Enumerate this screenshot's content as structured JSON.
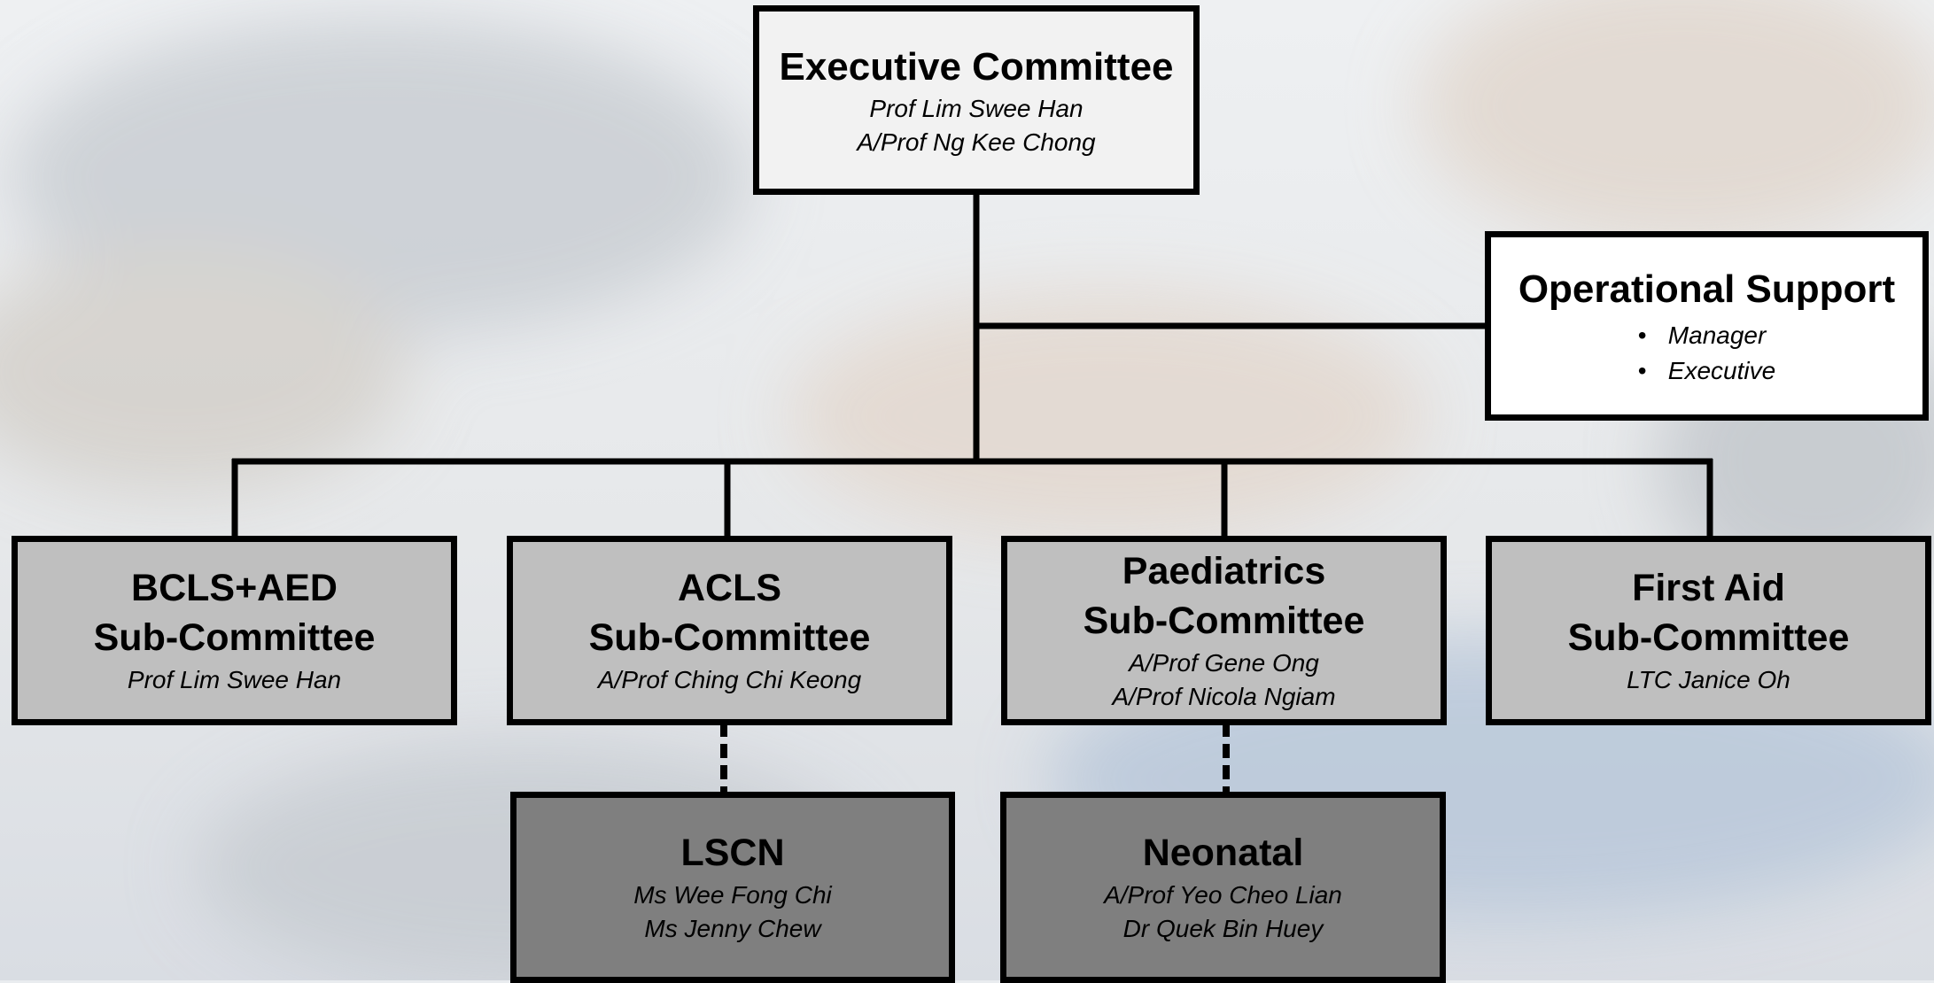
{
  "executive": {
    "title": "Executive Committee",
    "members": [
      "Prof Lim Swee Han",
      "A/Prof Ng Kee Chong"
    ]
  },
  "operational_support": {
    "title": "Operational Support",
    "items": [
      "Manager",
      "Executive"
    ]
  },
  "subcommittees": [
    {
      "title_line1": "BCLS+AED",
      "title_line2": "Sub-Committee",
      "members": [
        "Prof Lim Swee Han"
      ]
    },
    {
      "title_line1": "ACLS",
      "title_line2": "Sub-Committee",
      "members": [
        "A/Prof Ching Chi Keong"
      ]
    },
    {
      "title_line1": "Paediatrics",
      "title_line2": "Sub-Committee",
      "members": [
        "A/Prof Gene Ong",
        "A/Prof Nicola Ngiam"
      ]
    },
    {
      "title_line1": "First Aid",
      "title_line2": "Sub-Committee",
      "members": [
        "LTC Janice Oh"
      ]
    }
  ],
  "children": [
    {
      "title": "LSCN",
      "members": [
        "Ms Wee Fong Chi",
        "Ms Jenny Chew"
      ]
    },
    {
      "title": "Neonatal",
      "members": [
        "A/Prof Yeo Cheo Lian",
        "Dr Quek Bin Huey"
      ]
    }
  ],
  "colors": {
    "border": "#000000",
    "executive_fill": "#f2f2f2",
    "support_fill": "#ffffff",
    "subcommittee_fill": "#bfbfbf",
    "child_fill": "#7f7f7f"
  }
}
